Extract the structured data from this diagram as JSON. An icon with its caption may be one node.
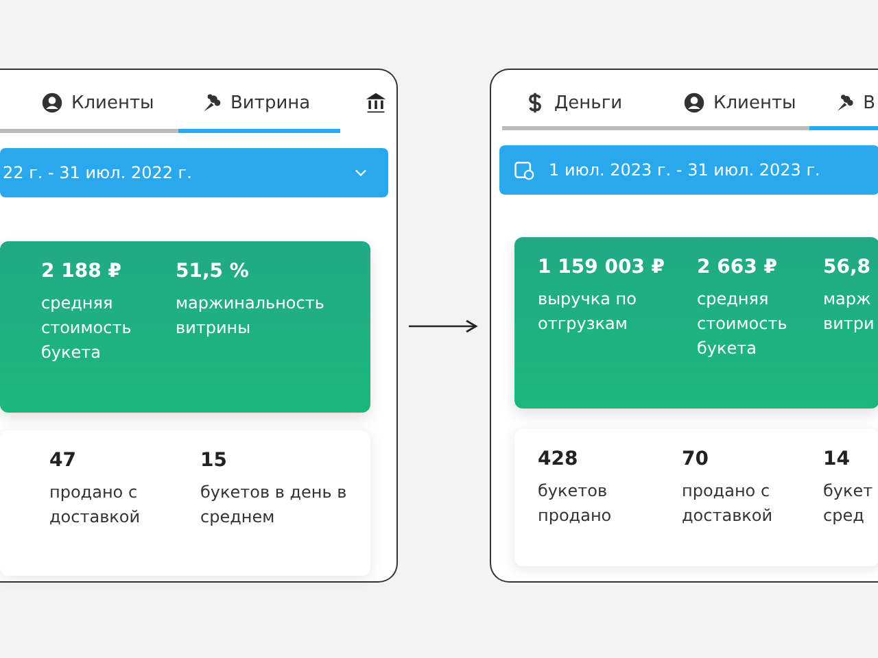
{
  "diagram": {
    "nodes": [
      {
        "text": [],
        "shape": "box"
      },
      {
        "text": [
          "Клиенты"
        ],
        "in": 0
      },
      {
        "text": [
          "Витрина"
        ],
        "in": 0
      },
      {
        "text": [
          "22 г. - 31 июл. 2022 г."
        ],
        "in": 0
      },
      {
        "text": [
          "2 188 ₽",
          "средняя стоимость букета",
          "51,5 %",
          "маржинальность витрины"
        ],
        "in": 0
      },
      {
        "text": [
          "47",
          "продано с доставкой",
          "15",
          "букетов в день в среднем"
        ],
        "in": 0
      },
      {
        "text": [],
        "shape": "box"
      },
      {
        "text": [
          "Деньги"
        ],
        "in": 6
      },
      {
        "text": [
          "Клиенты"
        ],
        "in": 6
      },
      {
        "text": [
          "В"
        ],
        "in": 6
      },
      {
        "text": [
          "1 июл. 2023 г. - 31 июл. 2023 г."
        ],
        "in": 6
      },
      {
        "text": [
          "1 159 003 ₽",
          "выручка по отгрузкам",
          "2 663 ₽",
          "средняя стоимость букета",
          "56,8",
          "марж витри"
        ],
        "in": 6
      },
      {
        "text": [
          "428",
          "букетов продано",
          "70",
          "продано с доставкой",
          "14",
          "букет сред"
        ],
        "in": 6
      }
    ],
    "edges": [
      {
        "from": 0,
        "to": 6,
        "arrow": "to"
      }
    ]
  }
}
